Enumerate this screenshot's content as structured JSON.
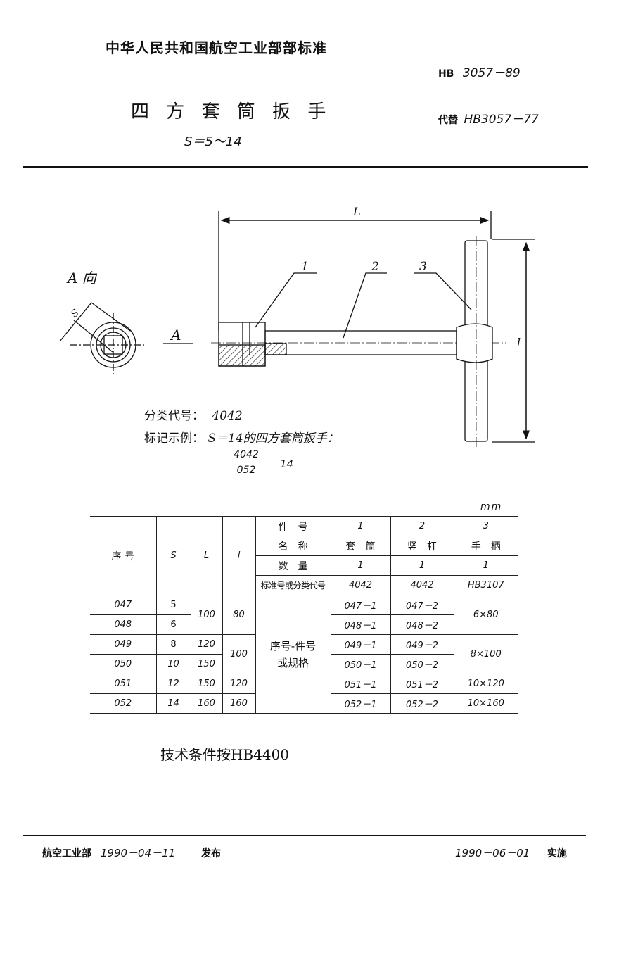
{
  "header": {
    "org": "中华人民共和国航空工业部部标准",
    "std_prefix": "HB",
    "std_number": "3057－89",
    "replace_prefix": "代替",
    "replace_number": "HB3057－77"
  },
  "title": {
    "name": "四 方 套 筒 扳 手",
    "range": "S＝5～14"
  },
  "drawing": {
    "view_label": "A 向",
    "s_label": "S",
    "arrow_label": "A",
    "dim_L": "L",
    "dim_l": "l",
    "part1": "1",
    "part2": "2",
    "part3": "3"
  },
  "notes": {
    "class_label": "分类代号：",
    "class_code": "4042",
    "marking_label": "标记示例：",
    "marking_text": "S＝14的四方套筒扳手：",
    "fraction_num": "4042",
    "fraction_den": "052",
    "fraction_suffix": "14"
  },
  "table": {
    "unit": "mm",
    "row_header": "序 号",
    "col_S": "S",
    "col_L": "L",
    "col_l": "l",
    "meta_labels": [
      "件　号",
      "名　称",
      "数　量",
      "标准号或分类代号"
    ],
    "part_numbers": [
      "1",
      "2",
      "3"
    ],
    "part_names": [
      "套　筒",
      "竖　杆",
      "手　柄"
    ],
    "quantities": [
      "1",
      "1",
      "1"
    ],
    "std_codes": [
      "4042",
      "4042",
      "HB3107"
    ],
    "merged_text": "序号-件号\n或规格",
    "rows": [
      {
        "seq": "047",
        "S": "5",
        "p1": "047－1",
        "p2": "047－2"
      },
      {
        "seq": "048",
        "S": "6",
        "p1": "048－1",
        "p2": "048－2"
      },
      {
        "seq": "049",
        "S": "8",
        "L": "120",
        "p1": "049－1",
        "p2": "049－2"
      },
      {
        "seq": "050",
        "S": "10",
        "L": "150",
        "p1": "050－1",
        "p2": "050－2"
      },
      {
        "seq": "051",
        "S": "12",
        "L": "150",
        "l": "120",
        "p1": "051－1",
        "p2": "051－2",
        "p3": "10×120"
      },
      {
        "seq": "052",
        "S": "14",
        "L": "160",
        "l": "160",
        "p1": "052－1",
        "p2": "052－2",
        "p3": "10×160"
      }
    ],
    "L_047_048": "100",
    "l_047_048": "80",
    "l_049_050": "100",
    "p3_047_048": "6×80",
    "p3_049_050": "8×100"
  },
  "tech": "技术条件按HB4400",
  "footer": {
    "issuer": "航空工业部",
    "issue_date": "1990－04－11",
    "issue_word": "发布",
    "effective_date": "1990－06－01",
    "effective_word": "实施"
  }
}
